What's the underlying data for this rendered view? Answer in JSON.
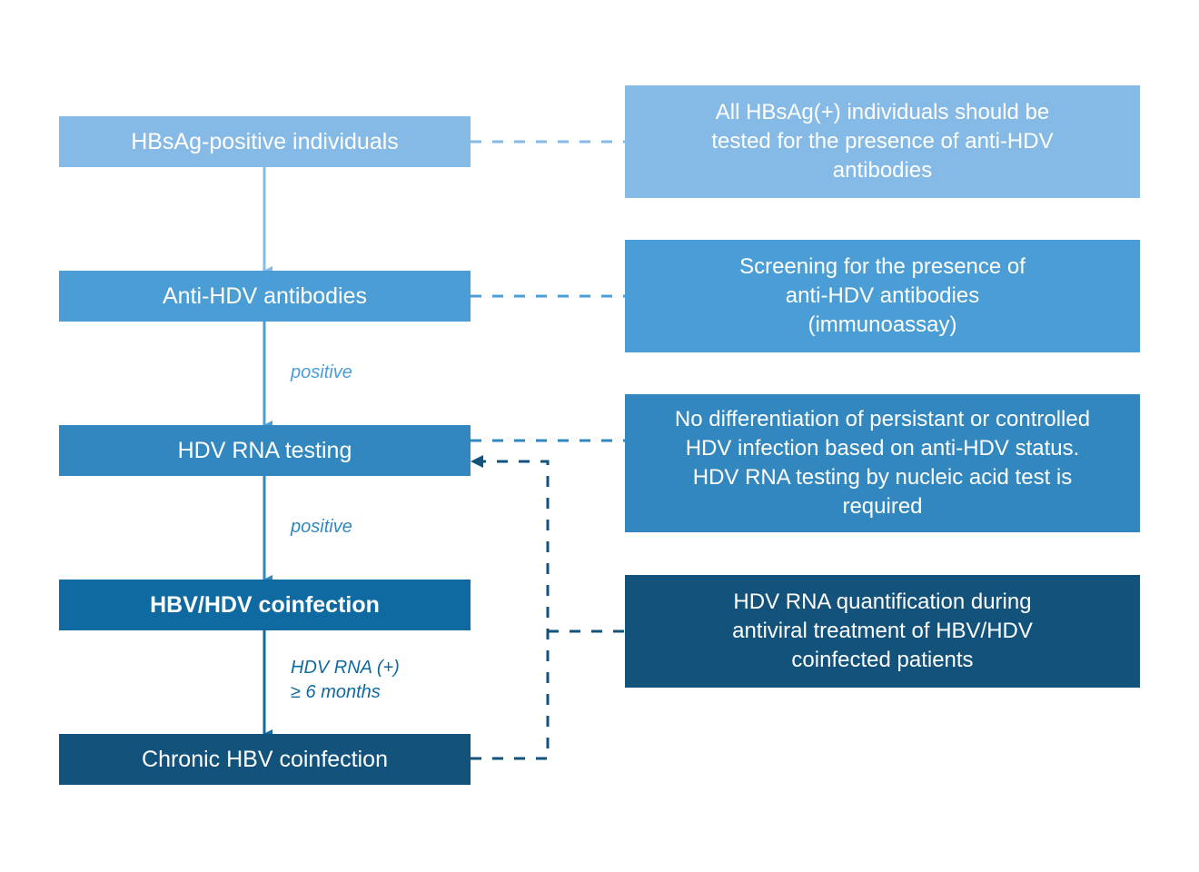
{
  "colors": {
    "level1": "#85b9e6",
    "level2": "#4b9ed5",
    "level3": "#3287be",
    "level4": "#0f6aa1",
    "level5": "#12527b"
  },
  "flow": {
    "steps": [
      {
        "label": "HBsAg-positive individuals"
      },
      {
        "label": "Anti-HDV antibodies"
      },
      {
        "label": "HDV RNA testing"
      },
      {
        "label": "HBV/HDV coinfection"
      },
      {
        "label": "Chronic HBV coinfection"
      }
    ],
    "edge_labels": [
      {
        "text": "positive"
      },
      {
        "text": "positive"
      },
      {
        "line1": "HDV RNA (+)",
        "line2": "≥ 6 months"
      }
    ]
  },
  "notes": [
    {
      "text": "All HBsAg(+) individuals should be tested for the presence of anti-HDV antibodies"
    },
    {
      "text": "Screening for the presence of anti-HDV antibodies (immunoassay)"
    },
    {
      "text": "No differentiation of persistant or controlled HDV infection based on anti-HDV status. HDV RNA testing by nucleic acid test is required"
    },
    {
      "text": "HDV RNA quantification during antiviral treatment of HBV/HDV coinfected patients"
    }
  ]
}
